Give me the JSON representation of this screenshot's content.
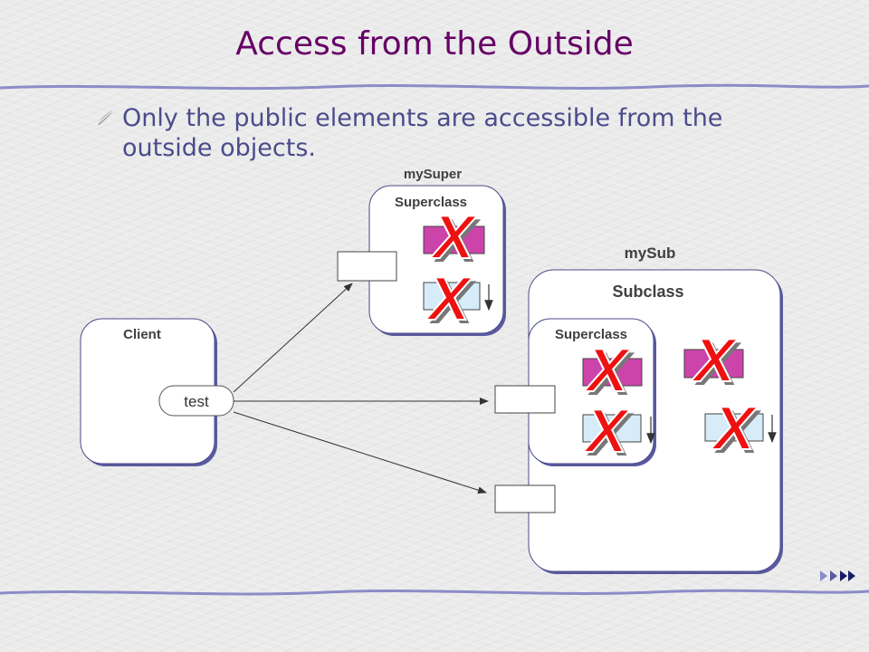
{
  "slide": {
    "title": "Access from the Outside",
    "bullet": "Only the public elements are accessible from the outside objects."
  },
  "diagram": {
    "client_label": "Client",
    "test_label": "test",
    "mysuper_label": "mySuper",
    "mysub_label": "mySub",
    "superclass_label": "Superclass",
    "subclass_label": "Subclass",
    "inner_superclass_label": "Superclass",
    "x_mark": "X"
  },
  "colors": {
    "title": "#660066",
    "bullet_text": "#4b4b8c",
    "private_box": "#cc44aa",
    "public_box": "#d6ecf8",
    "x_mark": "#ee1111"
  },
  "icons": [
    "bullet-feather-icon",
    "nav-arrows-icon"
  ]
}
